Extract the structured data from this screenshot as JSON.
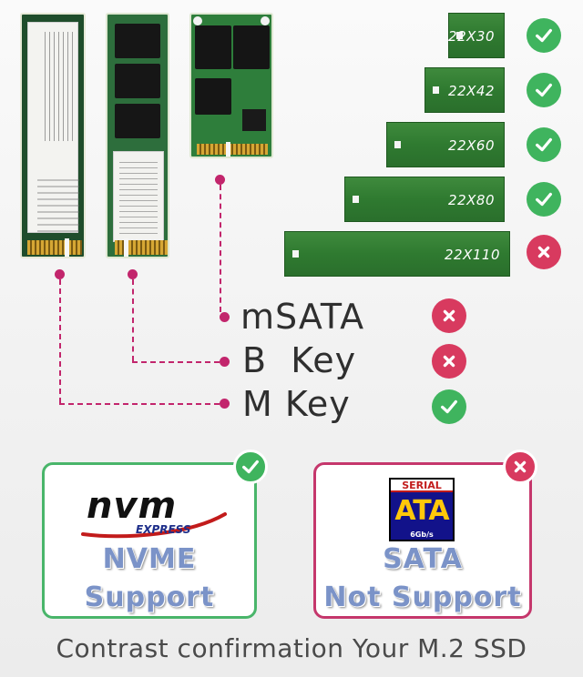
{
  "sizes": [
    {
      "label": "22X30",
      "supported": true
    },
    {
      "label": "22X42",
      "supported": true
    },
    {
      "label": "22X60",
      "supported": true
    },
    {
      "label": "22X80",
      "supported": true
    },
    {
      "label": "22X110",
      "supported": false
    }
  ],
  "keys": [
    {
      "label": "mSATA",
      "supported": false
    },
    {
      "label": "B  Key",
      "supported": false
    },
    {
      "label": "M Key",
      "supported": true
    }
  ],
  "nvme_box": {
    "logo_word": "nvm",
    "logo_sub": "EXPRESS",
    "line1": "NVME",
    "line2": "Support",
    "supported": true
  },
  "sata_box": {
    "logo_top": "SERIAL",
    "logo_main": "ATA",
    "logo_speed": "6Gb/s",
    "line1": "SATA",
    "line2": "Not Support",
    "supported": false
  },
  "footer": "Contrast confirmation Your M.2 SSD",
  "colors": {
    "ok": "#3fb45e",
    "no": "#d83a5f",
    "connector": "#c2256c",
    "bar_green": "#2f7a30"
  },
  "icons": {
    "ok": "check-icon",
    "no": "cross-icon"
  }
}
